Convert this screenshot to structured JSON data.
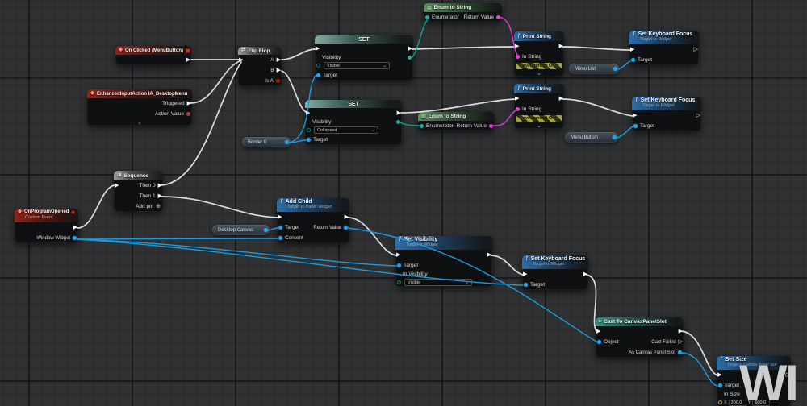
{
  "colors": {
    "exec_wire": "#e6e6e6",
    "object_wire": "#1b9ae0",
    "enum_wire": "#0aa393",
    "string_wire": "#dd3ad2",
    "event_header": "#8e241b",
    "function_header": "#2f6ea8",
    "pure_header": "#5f8c60",
    "cast_header": "#3f8d85"
  },
  "icons": {
    "event": "◆",
    "function": "ƒ",
    "flipflop": "⇄",
    "sequence": "⇉",
    "cast": "▸▸",
    "enum": "▤",
    "chevron_down": "⌄",
    "caret": "⌄",
    "add_pin": "⊕",
    "exec": "▶",
    "exec_hollow": "▷"
  },
  "nodes": {
    "on_clicked": {
      "title": "On Clicked (MenuButton)"
    },
    "enhanced_input": {
      "title": "EnhancedInputAction IA_DesktopMenu",
      "triggered": "Triggered",
      "action_value": "Action Value"
    },
    "flip_flop": {
      "title": "Flip Flop",
      "a": "A",
      "b": "B",
      "is_a": "Is A"
    },
    "set": {
      "title": "SET",
      "visibility": "Visibility",
      "target": "Target"
    },
    "set1": {
      "value": "Visible"
    },
    "set2": {
      "value": "Collapsed"
    },
    "enum_to_string": {
      "title": "Enum to String",
      "enumerator": "Enumerator",
      "return_value": "Return Value"
    },
    "print_string": {
      "title": "Print String",
      "in_string": "In String",
      "dev_only": "Development Only"
    },
    "set_keyboard_focus": {
      "title": "Set Keyboard Focus",
      "subtitle": "Target is Widget",
      "target": "Target"
    },
    "menu_list": {
      "label": "Menu List"
    },
    "menu_button": {
      "label": "Menu Button"
    },
    "border0": {
      "label": "Border 0"
    },
    "sequence": {
      "title": "Sequence",
      "then0": "Then 0",
      "then1": "Then 1",
      "add_pin": "Add pin"
    },
    "on_program_opened": {
      "title": "OnProgramOpened",
      "subtitle": "Custom Event",
      "window_widget": "Window Widget"
    },
    "desktop_canvas": {
      "label": "Desktop Canvas"
    },
    "add_child": {
      "title": "Add Child",
      "subtitle": "Target is Panel Widget",
      "target": "Target",
      "content": "Content",
      "return_value": "Return Value"
    },
    "set_visibility": {
      "title": "Set Visibility",
      "subtitle": "Target is Widget",
      "target": "Target",
      "in_visibility": "In Visibility",
      "value": "Visible"
    },
    "cast": {
      "title": "Cast To CanvasPanelSlot",
      "object": "Object",
      "cast_failed": "Cast Failed",
      "as_slot": "As Canvas Panel Slot"
    },
    "set_size": {
      "title": "Set Size",
      "subtitle": "Target is Canvas Panel Slot",
      "target": "Target",
      "in_size": "In Size",
      "x_label": "X",
      "y_label": "Y",
      "size_x": "300,0",
      "size_y": "600,0"
    }
  },
  "watermark": {
    "text": "WI"
  }
}
